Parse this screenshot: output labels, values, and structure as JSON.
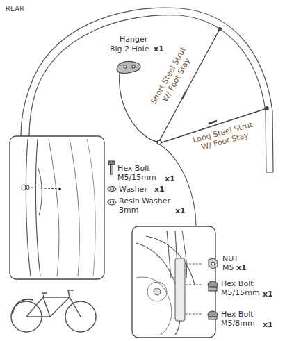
{
  "diagram": {
    "labels": [
      "REAR",
      "Hanger",
      "Big 2 Hole",
      "x1",
      "Short Steel Strut W/ Foot Stay",
      "Long Steel Strut W/ Foot Stay",
      "Hex Bolt M5/15mm",
      "x1",
      "Washer",
      "x1",
      "Resin Washer 3mm",
      "x1",
      "NUT M5",
      "x1",
      "Hex Bolt M5/15mm",
      "x1",
      "Hex Bolt M5/8mm",
      "x1"
    ]
  }
}
